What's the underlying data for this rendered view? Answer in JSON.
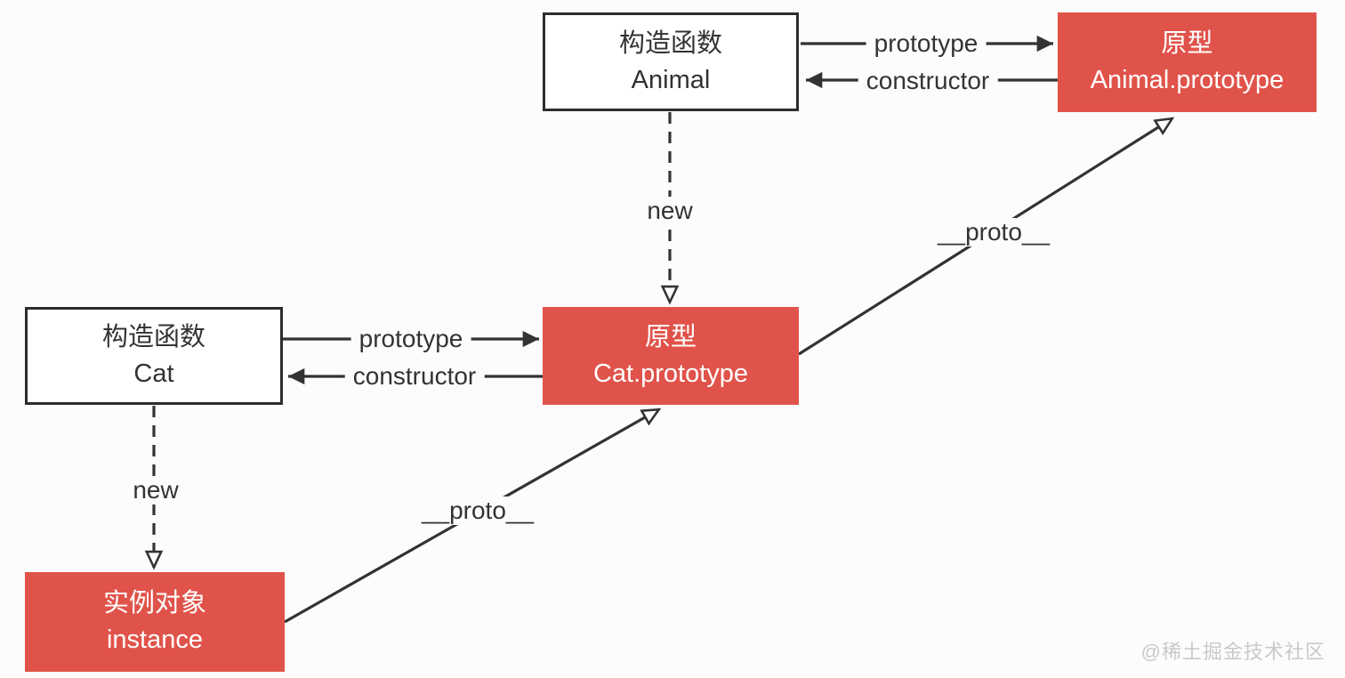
{
  "diagram": {
    "boxes": {
      "animal_constructor": {
        "title": "构造函数",
        "subtitle": "Animal"
      },
      "animal_prototype": {
        "title": "原型",
        "subtitle": "Animal.prototype"
      },
      "cat_constructor": {
        "title": "构造函数",
        "subtitle": "Cat"
      },
      "cat_prototype": {
        "title": "原型",
        "subtitle": "Cat.prototype"
      },
      "instance": {
        "title": "实例对象",
        "subtitle": "instance"
      }
    },
    "edges": {
      "animal_prototype_label": "prototype",
      "animal_constructor_label": "constructor",
      "cat_prototype_label": "prototype",
      "cat_constructor_label": "constructor",
      "new_animal_label": "new",
      "new_cat_label": "new",
      "proto_upper_label": "__proto__",
      "proto_lower_label": "__proto__"
    },
    "colors": {
      "box_red": "#E0534A",
      "box_border": "#2D2D2D",
      "line": "#333333",
      "text_dark": "#333333",
      "text_light": "#FFFFFF",
      "watermark": "#C9C9C9",
      "background": "#FCFCFC"
    },
    "watermark": "@稀土掘金技术社区"
  }
}
